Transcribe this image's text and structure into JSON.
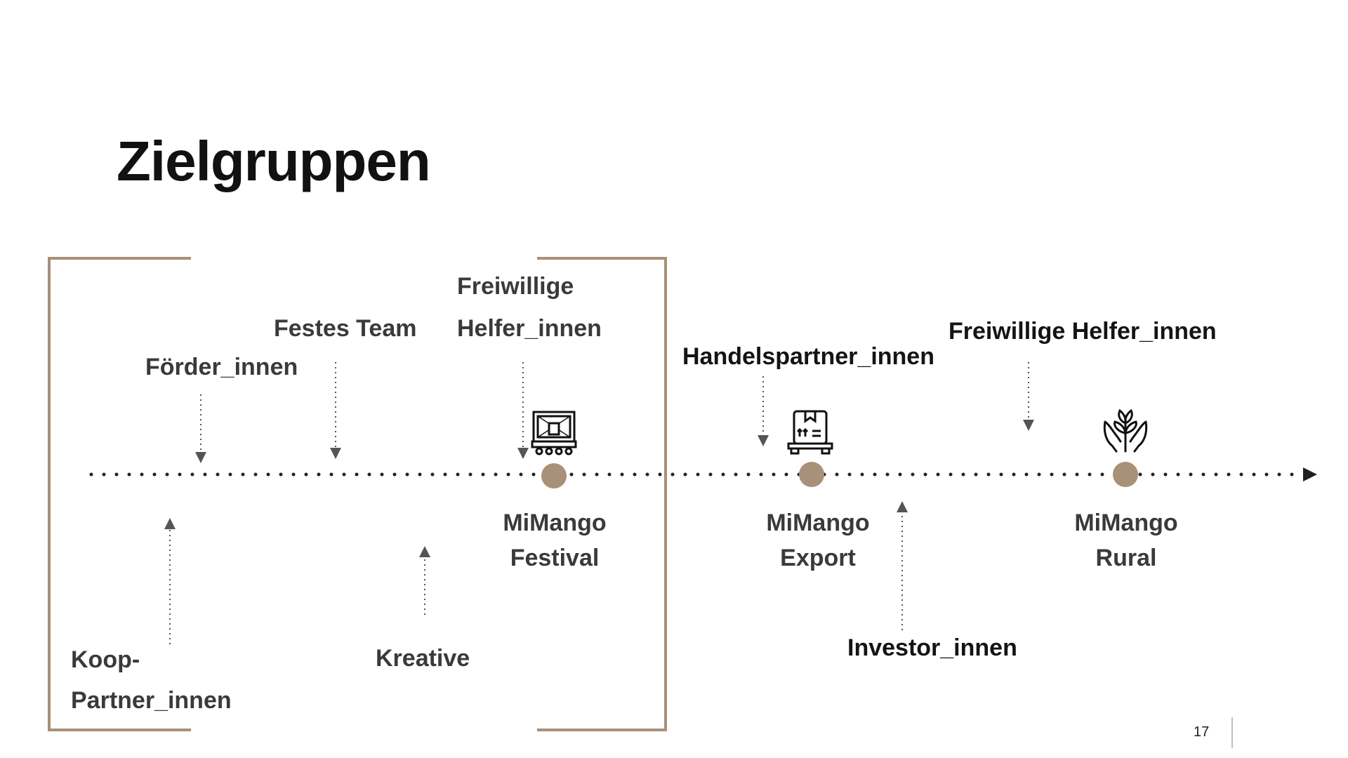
{
  "slide": {
    "title": "Zielgruppen",
    "page_number": "17"
  },
  "colors": {
    "accent": "#a89079",
    "text": "#3a3a3a",
    "timeline": "#222222"
  },
  "timeline": {
    "projects": [
      {
        "id": "festival",
        "line1": "MiMango",
        "line2": "Festival",
        "icon": "festival-stage-icon"
      },
      {
        "id": "export",
        "line1": "MiMango",
        "line2": "Export",
        "icon": "delivery-box-icon"
      },
      {
        "id": "rural",
        "line1": "MiMango",
        "line2": "Rural",
        "icon": "hands-plant-icon"
      }
    ],
    "target_groups": {
      "foerder": "Förder_innen",
      "festes_team": "Festes Team",
      "freiwillige_1_line1": "Freiwillige",
      "freiwillige_1_line2": "Helfer_innen",
      "koop_line1": "Koop-",
      "koop_line2": "Partner_innen",
      "kreative": "Kreative",
      "handelspartner": "Handelspartner_innen",
      "investor": "Investor_innen",
      "freiwillige_2": "Freiwillige Helfer_innen"
    }
  }
}
